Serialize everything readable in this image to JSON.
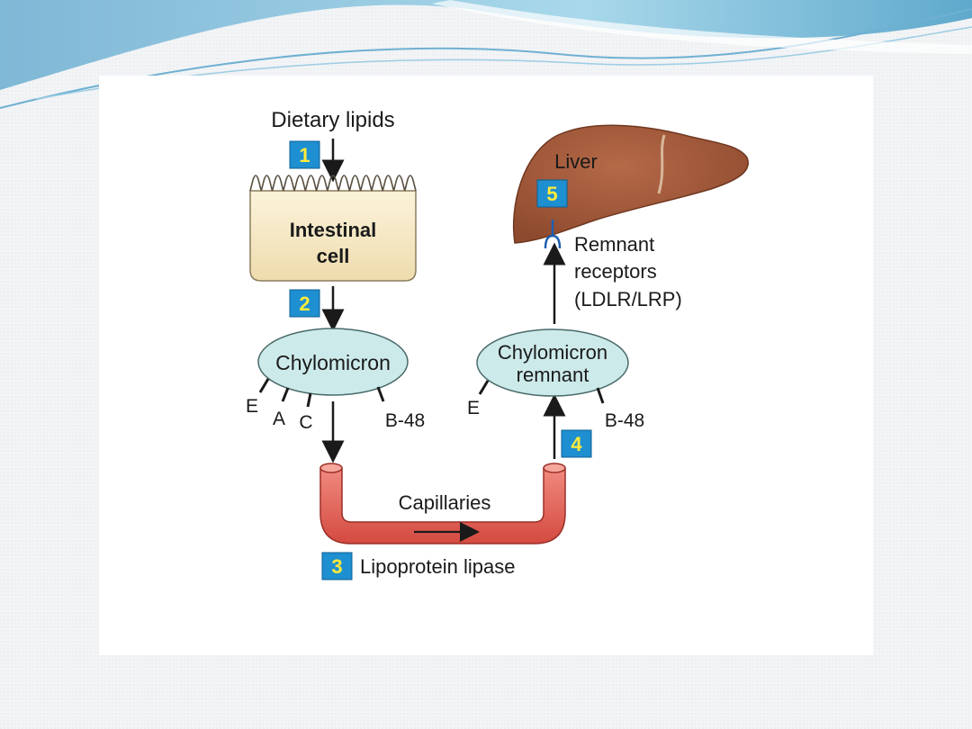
{
  "diagram": {
    "dietary_lipids": "Dietary lipids",
    "intestinal_cell": [
      "Intestinal",
      "cell"
    ],
    "chylomicron": "Chylomicron",
    "chylomicron_remnant": [
      "Chylomicron",
      "remnant"
    ],
    "apos_left": [
      "E",
      "A",
      "C",
      "B-48"
    ],
    "apos_right": [
      "E",
      "B-48"
    ],
    "capillaries": "Capillaries",
    "lipase": "Lipoprotein lipase",
    "liver": "Liver",
    "receptors": [
      "Remnant",
      "receptors",
      "(LDLR/LRP)"
    ],
    "steps": [
      "1",
      "2",
      "3",
      "4",
      "5"
    ]
  },
  "colors": {
    "step_box": "#1e8fd0",
    "step_number": "#ffeb3b",
    "liver": "#a0593a",
    "capillary": "#e05a50",
    "chylomicron": "#cdeaea",
    "intestinal_cell": "#f7ebc8",
    "receptor": "#1f5fb0"
  }
}
